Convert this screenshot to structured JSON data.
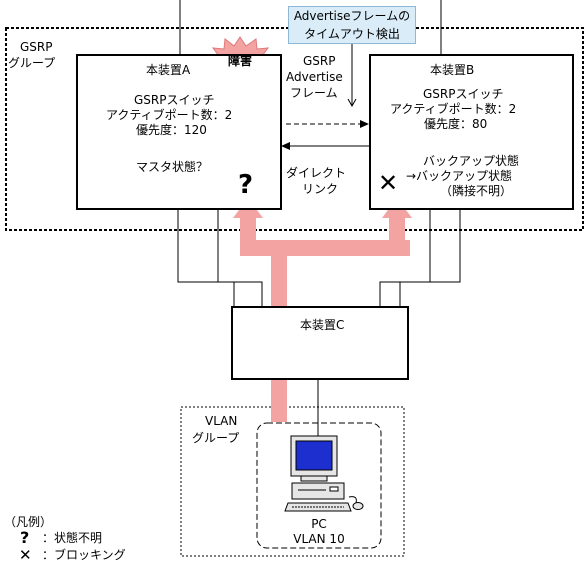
{
  "callout": {
    "line1": "Advertiseフレームの",
    "line2": "タイムアウト検出"
  },
  "gsrp_group": {
    "line1": "GSRP",
    "line2": "グループ"
  },
  "device_a": {
    "title": "本装置A",
    "fault_label": "障害",
    "line1": "GSRPスイッチ",
    "line2": "アクティブポート数：2",
    "line3": "優先度：120",
    "state": "マスタ状態？",
    "symbol": "?"
  },
  "device_b": {
    "title": "本装置B",
    "line1": "GSRPスイッチ",
    "line2": "アクティブポート数：2",
    "line3": "優先度：80",
    "state1": "バックアップ状態",
    "state2": "→バックアップ状態",
    "state3": "（隣接不明）",
    "symbol": "✕"
  },
  "advertise": {
    "line1": "GSRP",
    "line2": "Advertise",
    "line3": "フレーム"
  },
  "direct_link": {
    "line1": "ダイレクト",
    "line2": "リンク"
  },
  "device_c": {
    "title": "本装置C"
  },
  "vlan_group": {
    "line1": "VLAN",
    "line2": "グループ"
  },
  "pc": {
    "line1": "PC",
    "line2": "VLAN 10"
  },
  "legend": {
    "title": "（凡例）",
    "unknown_symbol": "?",
    "unknown_label": "：状態不明",
    "blocking_symbol": "✕",
    "blocking_label": "：ブロッキング"
  },
  "colors": {
    "flow_arrow": "#f4a3a3",
    "callout_bg": "#d9ecf8",
    "fault_burst": "#f4a3a3"
  }
}
